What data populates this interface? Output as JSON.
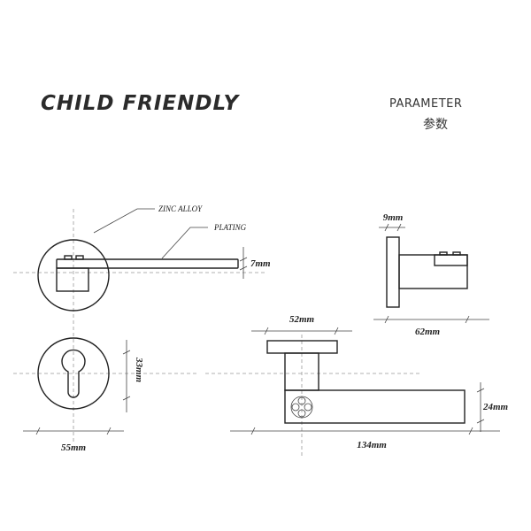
{
  "header": {
    "title": "CHILD FRIENDLY",
    "parameter_label": "PARAMETER",
    "parameter_label_cn": "参数"
  },
  "labels": {
    "material": "ZINC ALLOY",
    "finish": "PLATING"
  },
  "dimensions": {
    "lever_thickness": "7mm",
    "rose_diameter": "55mm",
    "keyhole_height": "33mm",
    "rose_thickness": "9mm",
    "projection": "62mm",
    "rose_width_front": "52mm",
    "lever_height": "24mm",
    "lever_length": "134mm"
  }
}
